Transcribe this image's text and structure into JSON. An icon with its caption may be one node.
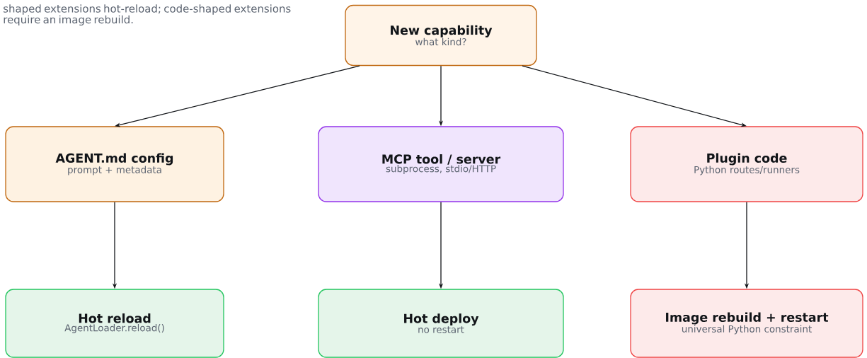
{
  "diagram": {
    "nodes": [
      {
        "text": [
          "New capability",
          "what kind?"
        ]
      },
      {
        "text": [
          "AGENT.md config",
          "prompt + metadata"
        ]
      },
      {
        "text": [
          "MCP tool / server",
          "subprocess, stdio/HTTP"
        ]
      },
      {
        "text": [
          "Plugin code",
          "Python routes/runners"
        ]
      },
      {
        "text": [
          "Hot reload",
          "AgentLoader.reload()"
        ]
      },
      {
        "text": [
          "Hot deploy",
          "no restart"
        ]
      },
      {
        "text": [
          "Image rebuild + restart",
          "universal Python constraint"
        ]
      }
    ],
    "edges": [
      {
        "from": 0,
        "to": 1,
        "arrow": "to"
      },
      {
        "from": 0,
        "to": 2,
        "arrow": "to"
      },
      {
        "from": 0,
        "to": 3,
        "arrow": "to"
      },
      {
        "from": 1,
        "to": 4,
        "arrow": "to"
      },
      {
        "from": 2,
        "to": 5,
        "arrow": "to"
      },
      {
        "from": 3,
        "to": 6,
        "arrow": "to"
      }
    ],
    "labels": [
      "shaped extensions hot-reload; code-shaped extensions require an image rebuild."
    ]
  }
}
